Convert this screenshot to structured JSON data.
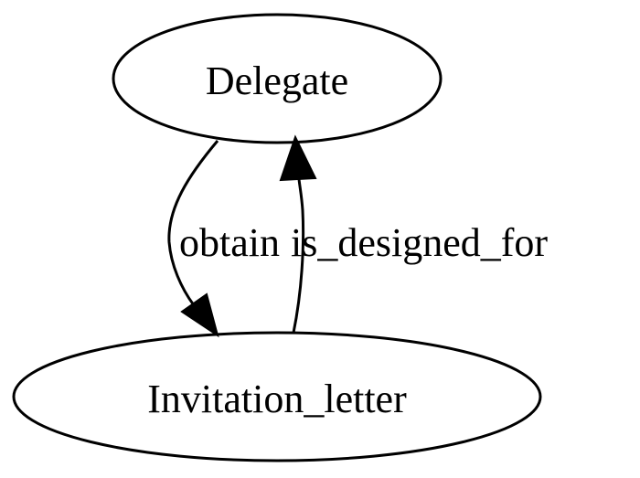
{
  "diagram": {
    "nodes": {
      "delegate": "Delegate",
      "invitation_letter": "Invitation_letter"
    },
    "edges": {
      "obtain": "obtain",
      "is_designed_for": "is_designed_for"
    }
  }
}
